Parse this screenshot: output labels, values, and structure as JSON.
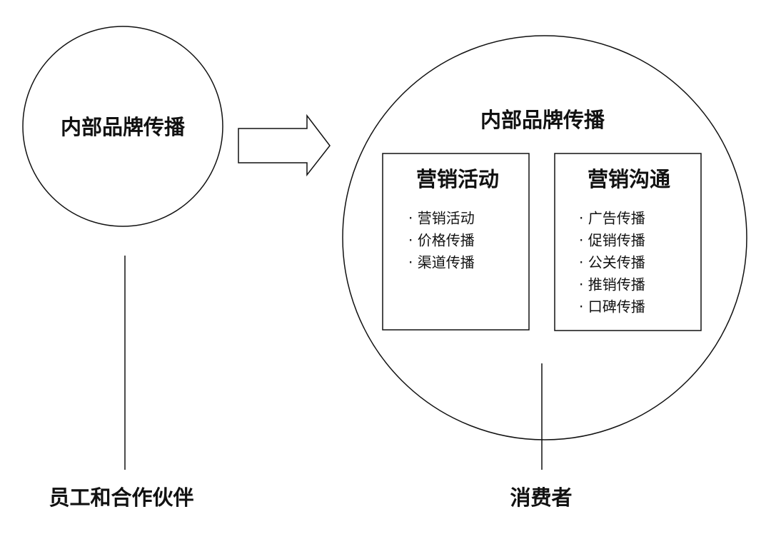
{
  "left": {
    "circle_title": "内部品牌传播",
    "audience": "员工和合作伙伴"
  },
  "right": {
    "circle_title": "内部品牌传播",
    "audience": "消费者",
    "boxes": [
      {
        "title": "营销活动",
        "items": [
          "· 营销活动",
          "· 价格传播",
          "· 渠道传播"
        ]
      },
      {
        "title": "营销沟通",
        "items": [
          "· 广告传播",
          "· 促销传播",
          "· 公关传播",
          "· 推销传播",
          "· 口碑传播"
        ]
      }
    ]
  }
}
